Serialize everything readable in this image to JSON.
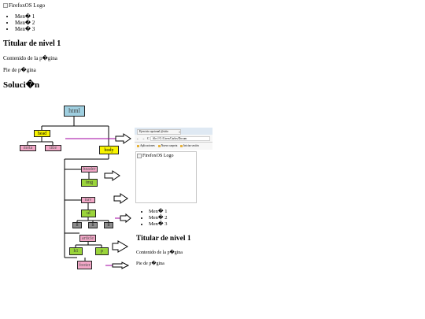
{
  "page": {
    "logo_alt": "FirefoxOS Logo",
    "menu": [
      "Men� 1",
      "Men� 2",
      "Men� 3"
    ],
    "heading": "Titular de nivel 1",
    "content": "Contenido de la p�gina",
    "footer": "Pie de p�gina",
    "solution_heading": "Soluci�n"
  },
  "diagram": {
    "nodes": {
      "html": "html",
      "head": "head",
      "meta": "meta",
      "title": "title",
      "body": "body",
      "header": "header",
      "img": "img",
      "nav": "nav",
      "ul": "ul",
      "li_1": "li",
      "li_2": "li",
      "li_3": "li",
      "article": "article",
      "h1": "h1",
      "p": "p",
      "footer": "footer"
    },
    "colors": {
      "html": "#9fcfe0",
      "head_body": "#f8f400",
      "pink": "#f2a7c7",
      "green": "#9ad43a",
      "gray": "#8d8d8d",
      "guide_line": "#a000a0"
    }
  },
  "preview": {
    "tab_title": "Ejercicio opcional @sitio",
    "tab_close": "×",
    "nav_icons": "← → C ⌂",
    "url": "file:///C:/Users/Carlos/Docum",
    "bookmarks": [
      "Aplicaciones",
      "Nueva carpeta",
      "Iniciar sesión"
    ],
    "logo_alt": "FirefoxOS Logo",
    "menu": [
      "Men� 1",
      "Men� 2",
      "Men� 3"
    ],
    "heading": "Titular de nivel 1",
    "content": "Contenido de la p�gina",
    "footer": "Pie de p�gina"
  }
}
